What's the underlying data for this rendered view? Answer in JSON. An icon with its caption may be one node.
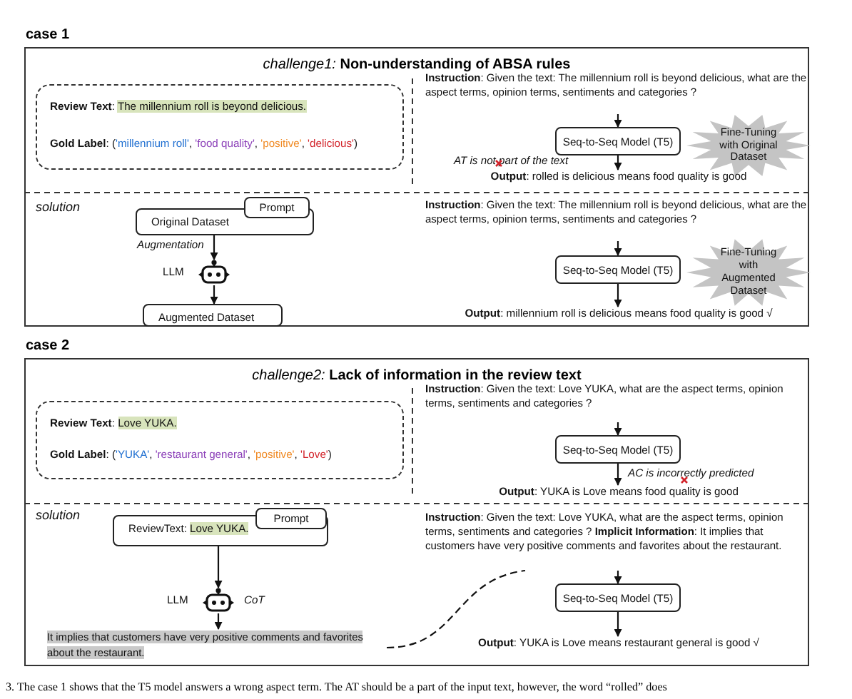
{
  "diagram": {
    "caption": "3. The case 1 shows that the T5 model answers a wrong aspect term. The AT should be a part of the input text, however, the word “rolled” does",
    "nodes": [
      {
        "text": [
          "case 1",
          "*challenge1:* **Non-understanding of ABSA rules**"
        ]
      },
      {
        "text": [
          "**Review Text**: The millennium roll is beyond delicious.",
          "**Gold Label**: ('millennium roll', 'food quality', 'positive', 'delicious')"
        ],
        "in": 0
      },
      {
        "text": [
          "**Instruction**: Given the text: The millennium roll is beyond delicious, what are the aspect terms, opinion terms, sentiments and categories ?"
        ],
        "in": 0
      },
      {
        "text": [
          "Seq-to-Seq Model (T5)"
        ],
        "in": 0
      },
      {
        "text": [
          "Fine-Tuning with Original Dataset"
        ],
        "in": 0
      },
      {
        "text": [
          "**Output**: rolled is delicious means food quality is good"
        ],
        "in": 0
      },
      {
        "text": [
          "Original Dataset"
        ],
        "in": 0
      },
      {
        "text": [
          "Prompt"
        ],
        "in": 0
      },
      {
        "text": [],
        "shape": "robot",
        "beside": [
          "LLM"
        ],
        "in": 0
      },
      {
        "text": [
          "Augmented Dataset"
        ],
        "in": 0
      },
      {
        "text": [
          "**Instruction**: Given the text: The millennium roll is beyond delicious, what are the aspect terms, opinion terms, sentiments and categories ?"
        ],
        "in": 0
      },
      {
        "text": [
          "Seq-to-Seq Model (T5)"
        ],
        "in": 0
      },
      {
        "text": [
          "Fine-Tuning with Augmented Dataset"
        ],
        "in": 0
      },
      {
        "text": [
          "**Output**: millennium roll is delicious means food quality is good √"
        ],
        "in": 0
      },
      {
        "text": [
          "case 2",
          "*challenge2:* **Lack of information in the review text**"
        ]
      },
      {
        "text": [
          "**Review Text**: Love YUKA.",
          "**Gold Label**: ('YUKA', 'restaurant general', 'positive', 'Love')"
        ],
        "in": 14
      },
      {
        "text": [
          "**Instruction**: Given the text: Love YUKA, what are the aspect terms, opinion terms, sentiments and categories ?"
        ],
        "in": 14
      },
      {
        "text": [
          "Seq-to-Seq Model (T5)"
        ],
        "in": 14
      },
      {
        "text": [
          "**Output**: YUKA is Love means food quality is good"
        ],
        "in": 14
      },
      {
        "text": [
          "ReviewText: Love YUKA."
        ],
        "in": 14
      },
      {
        "text": [
          "Prompt"
        ],
        "in": 14
      },
      {
        "text": [],
        "shape": "robot",
        "beside": [
          "LLM",
          "CoT"
        ],
        "in": 14
      },
      {
        "text": [
          "It implies that customers have very positive comments and favorites about the restaurant."
        ],
        "in": 14
      },
      {
        "text": [
          "**Instruction**: Given the text: Love YUKA, what are the aspect terms, opinion terms, sentiments and categories ? **Implicit Information**: It implies that customers have very positive comments and favorites about the restaurant."
        ],
        "in": 14
      },
      {
        "text": [
          "Seq-to-Seq Model (T5)"
        ],
        "in": 14
      },
      {
        "text": [
          "**Output**: YUKA is Love means restaurant general is good √"
        ],
        "in": 14
      }
    ],
    "edges": [
      {
        "from": 2,
        "to": 3,
        "arrow": "to"
      },
      {
        "from": 3,
        "to": 5,
        "arrow": "to",
        "label": "AT is not part of the text"
      },
      {
        "from": 6,
        "to": 8,
        "arrow": "to",
        "label": "Augmentation"
      },
      {
        "from": 8,
        "to": 9,
        "arrow": "to"
      },
      {
        "from": 10,
        "to": 11,
        "arrow": "to"
      },
      {
        "from": 11,
        "to": 13,
        "arrow": "to"
      },
      {
        "from": 16,
        "to": 17,
        "arrow": "to"
      },
      {
        "from": 17,
        "to": 18,
        "arrow": "to",
        "label": "AC is incorrectly predicted"
      },
      {
        "from": 19,
        "to": 21,
        "arrow": "to"
      },
      {
        "from": 21,
        "to": 22,
        "arrow": "to"
      },
      {
        "from": 22,
        "to": 23,
        "arrow": "none",
        "style": "dashed"
      },
      {
        "from": 23,
        "to": 24,
        "arrow": "to"
      },
      {
        "from": 24,
        "to": 25,
        "arrow": "to"
      }
    ],
    "labels": [
      "solution",
      "solution"
    ]
  }
}
